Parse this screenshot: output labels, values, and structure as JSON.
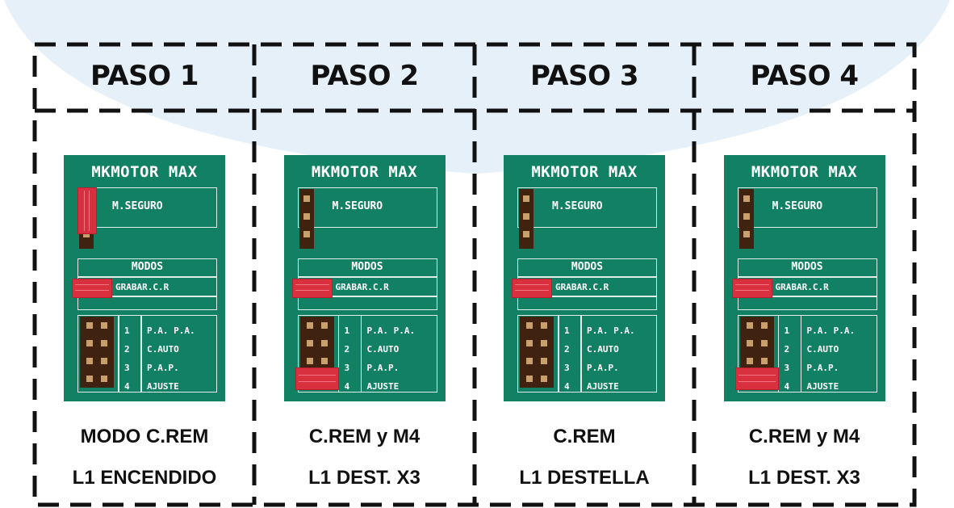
{
  "steps": [
    {
      "title": "PASO 1",
      "board_title": "MKMOTOR MAX",
      "seguro_label": "M.SEGURO",
      "seguro_jumper_on": true,
      "modos_label": "MODOS",
      "grabar_label": "GRABAR.C.R",
      "modes": [
        {
          "num": "1",
          "name": "P.A. P.A."
        },
        {
          "num": "2",
          "name": "C.AUTO"
        },
        {
          "num": "3",
          "name": "P.A.P."
        },
        {
          "num": "4",
          "name": "AJUSTE"
        }
      ],
      "mode4_jumper_on": false,
      "caption_line1": "MODO C.REM",
      "caption_line2": "L1 ENCENDIDO"
    },
    {
      "title": "PASO 2",
      "board_title": "MKMOTOR MAX",
      "seguro_label": "M.SEGURO",
      "seguro_jumper_on": false,
      "modos_label": "MODOS",
      "grabar_label": "GRABAR.C.R",
      "modes": [
        {
          "num": "1",
          "name": "P.A. P.A."
        },
        {
          "num": "2",
          "name": "C.AUTO"
        },
        {
          "num": "3",
          "name": "P.A.P."
        },
        {
          "num": "4",
          "name": "AJUSTE"
        }
      ],
      "mode4_jumper_on": true,
      "caption_line1": "C.REM y M4",
      "caption_line2": "L1 DEST. X3"
    },
    {
      "title": "PASO 3",
      "board_title": "MKMOTOR MAX",
      "seguro_label": "M.SEGURO",
      "seguro_jumper_on": false,
      "modos_label": "MODOS",
      "grabar_label": "GRABAR.C.R",
      "modes": [
        {
          "num": "1",
          "name": "P.A. P.A."
        },
        {
          "num": "2",
          "name": "C.AUTO"
        },
        {
          "num": "3",
          "name": "P.A.P."
        },
        {
          "num": "4",
          "name": "AJUSTE"
        }
      ],
      "mode4_jumper_on": false,
      "caption_line1": "C.REM",
      "caption_line2": "L1 DESTELLA"
    },
    {
      "title": "PASO 4",
      "board_title": "MKMOTOR MAX",
      "seguro_label": "M.SEGURO",
      "seguro_jumper_on": false,
      "modos_label": "MODOS",
      "grabar_label": "GRABAR.C.R",
      "modes": [
        {
          "num": "1",
          "name": "P.A. P.A."
        },
        {
          "num": "2",
          "name": "C.AUTO"
        },
        {
          "num": "3",
          "name": "P.A.P."
        },
        {
          "num": "4",
          "name": "AJUSTE"
        }
      ],
      "mode4_jumper_on": true,
      "caption_line1": "C.REM y M4",
      "caption_line2": "L1 DEST. X3"
    }
  ],
  "colors": {
    "board": "#128063",
    "jumper": "#d9303f",
    "pin_strip": "#3f2210",
    "background_arc": "#e6f0f9"
  }
}
